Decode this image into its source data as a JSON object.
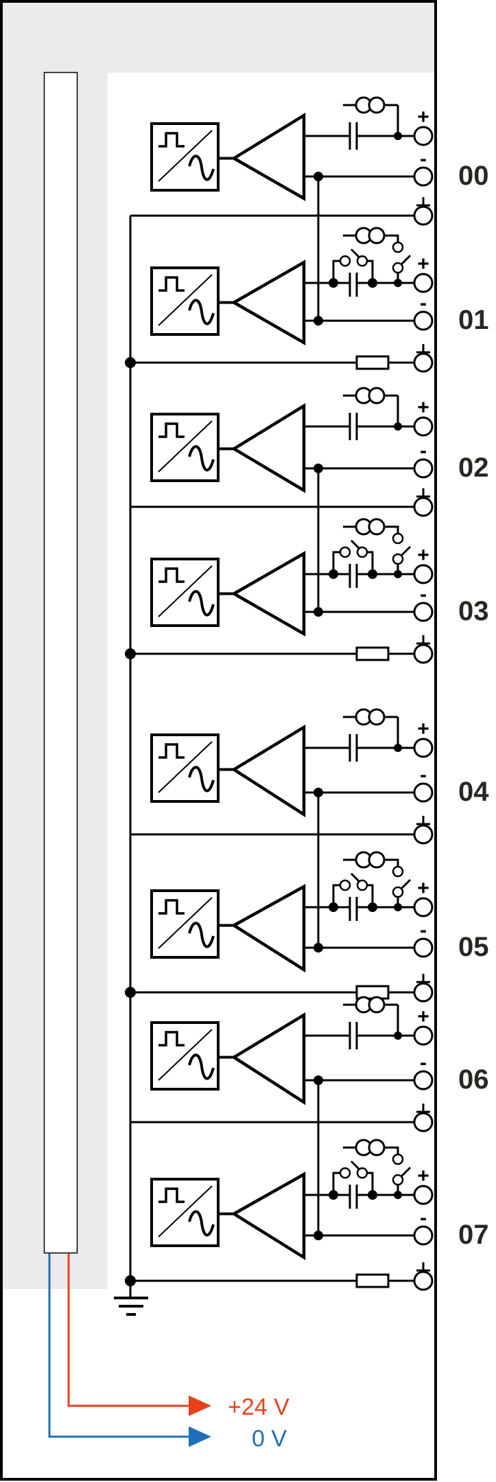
{
  "title": "8-channel analog input module wiring diagram",
  "colors": {
    "panel_gray": "#ebebeb",
    "frame": "#000000",
    "wire": "#000000",
    "supply_positive": "#e8401c",
    "supply_zero": "#1f6fb8",
    "channel_label": "#2a2622"
  },
  "channels": [
    {
      "id": "00",
      "label": "00",
      "variant": "basic",
      "bottom_terminal": "direct"
    },
    {
      "id": "01",
      "label": "01",
      "variant": "switched",
      "bottom_terminal": "resistor"
    },
    {
      "id": "02",
      "label": "02",
      "variant": "basic",
      "bottom_terminal": "direct"
    },
    {
      "id": "03",
      "label": "03",
      "variant": "switched",
      "bottom_terminal": "resistor"
    },
    {
      "id": "04",
      "label": "04",
      "variant": "basic",
      "bottom_terminal": "direct"
    },
    {
      "id": "05",
      "label": "05",
      "variant": "switched",
      "bottom_terminal": "resistor"
    },
    {
      "id": "06",
      "label": "06",
      "variant": "basic",
      "bottom_terminal": "direct"
    },
    {
      "id": "07",
      "label": "07",
      "variant": "switched",
      "bottom_terminal": "resistor"
    }
  ],
  "terminal_marks": {
    "positive": "+",
    "negative": "-",
    "ground": "⊥"
  },
  "components": {
    "converter": "pulse-to-analog converter",
    "amplifier": "amplifier",
    "capacitor": "coupling capacitor",
    "current_source": "current source",
    "resistor": "resistor",
    "switch": "switch",
    "ground": "earth ground"
  },
  "supply": {
    "positive_label": "+24 V",
    "zero_label": "0 V"
  }
}
